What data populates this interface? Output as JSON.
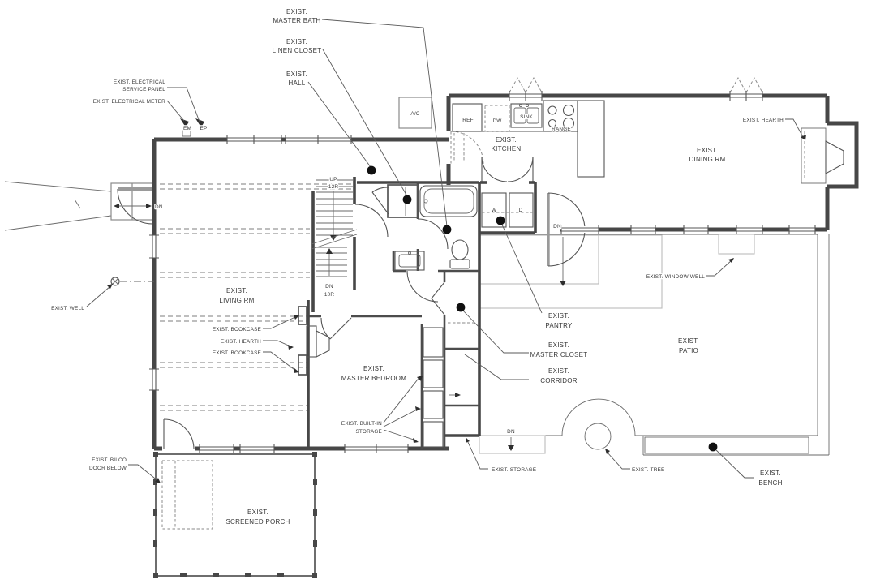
{
  "drawing": {
    "kind": "existing-conditions floor plan",
    "background": "#ffffff",
    "wall_color": "#474747",
    "light_line_color": "#bbbbbb",
    "text_color": "#383838"
  },
  "rooms": {
    "living_rm": {
      "l1": "EXIST.",
      "l2": "LIVING RM"
    },
    "master_bedroom": {
      "l1": "EXIST.",
      "l2": "MASTER BEDROOM"
    },
    "kitchen": {
      "l1": "EXIST.",
      "l2": "KITCHEN"
    },
    "dining_rm": {
      "l1": "EXIST.",
      "l2": "DINING RM"
    },
    "screened_porch": {
      "l1": "EXIST.",
      "l2": "SCREENED PORCH"
    },
    "patio": {
      "l1": "EXIST.",
      "l2": "PATIO"
    }
  },
  "callouts": {
    "master_bath": {
      "l1": "EXIST.",
      "l2": "MASTER BATH"
    },
    "linen_closet": {
      "l1": "EXIST.",
      "l2": "LINEN CLOSET"
    },
    "hall": {
      "l1": "EXIST.",
      "l2": "HALL"
    },
    "electrical_service_panel": {
      "l1": "EXIST. ELECTRICAL",
      "l2": "SERVICE PANEL"
    },
    "electrical_meter": "EXIST. ELECTRICAL METER",
    "hearth_dining": "EXIST. HEARTH",
    "well": "EXIST. WELL",
    "bookcase_upper": "EXIST. BOOKCASE",
    "hearth_living": "EXIST. HEARTH",
    "bookcase_lower": "EXIST. BOOKCASE",
    "built_in_storage": {
      "l1": "EXIST. BUILT-IN",
      "l2": "STORAGE"
    },
    "bilco_door": {
      "l1": "EXIST. BILCO",
      "l2": "DOOR BELOW"
    },
    "storage": "EXIST. STORAGE",
    "tree": "EXIST. TREE",
    "bench": {
      "l1": "EXIST.",
      "l2": "BENCH"
    },
    "window_well": "EXIST. WINDOW WELL",
    "pantry": {
      "l1": "EXIST.",
      "l2": "PANTRY"
    },
    "master_closet": {
      "l1": "EXIST.",
      "l2": "MASTER CLOSET"
    },
    "corridor": {
      "l1": "EXIST.",
      "l2": "CORRIDOR"
    }
  },
  "equipment": {
    "ac": "A/C",
    "ref": "REF",
    "dw": "DW",
    "sink": "SINK",
    "range": "RANGE",
    "washer": "W",
    "dryer": "D",
    "meter_tag": "EM",
    "panel_tag": "EP"
  },
  "stairs": {
    "up": "UP",
    "up_run": "12R",
    "down": "DN",
    "down_run": "10R"
  },
  "steps": {
    "front_dn": "DN",
    "patio_dn": "DN",
    "rear_dn": "DN"
  }
}
